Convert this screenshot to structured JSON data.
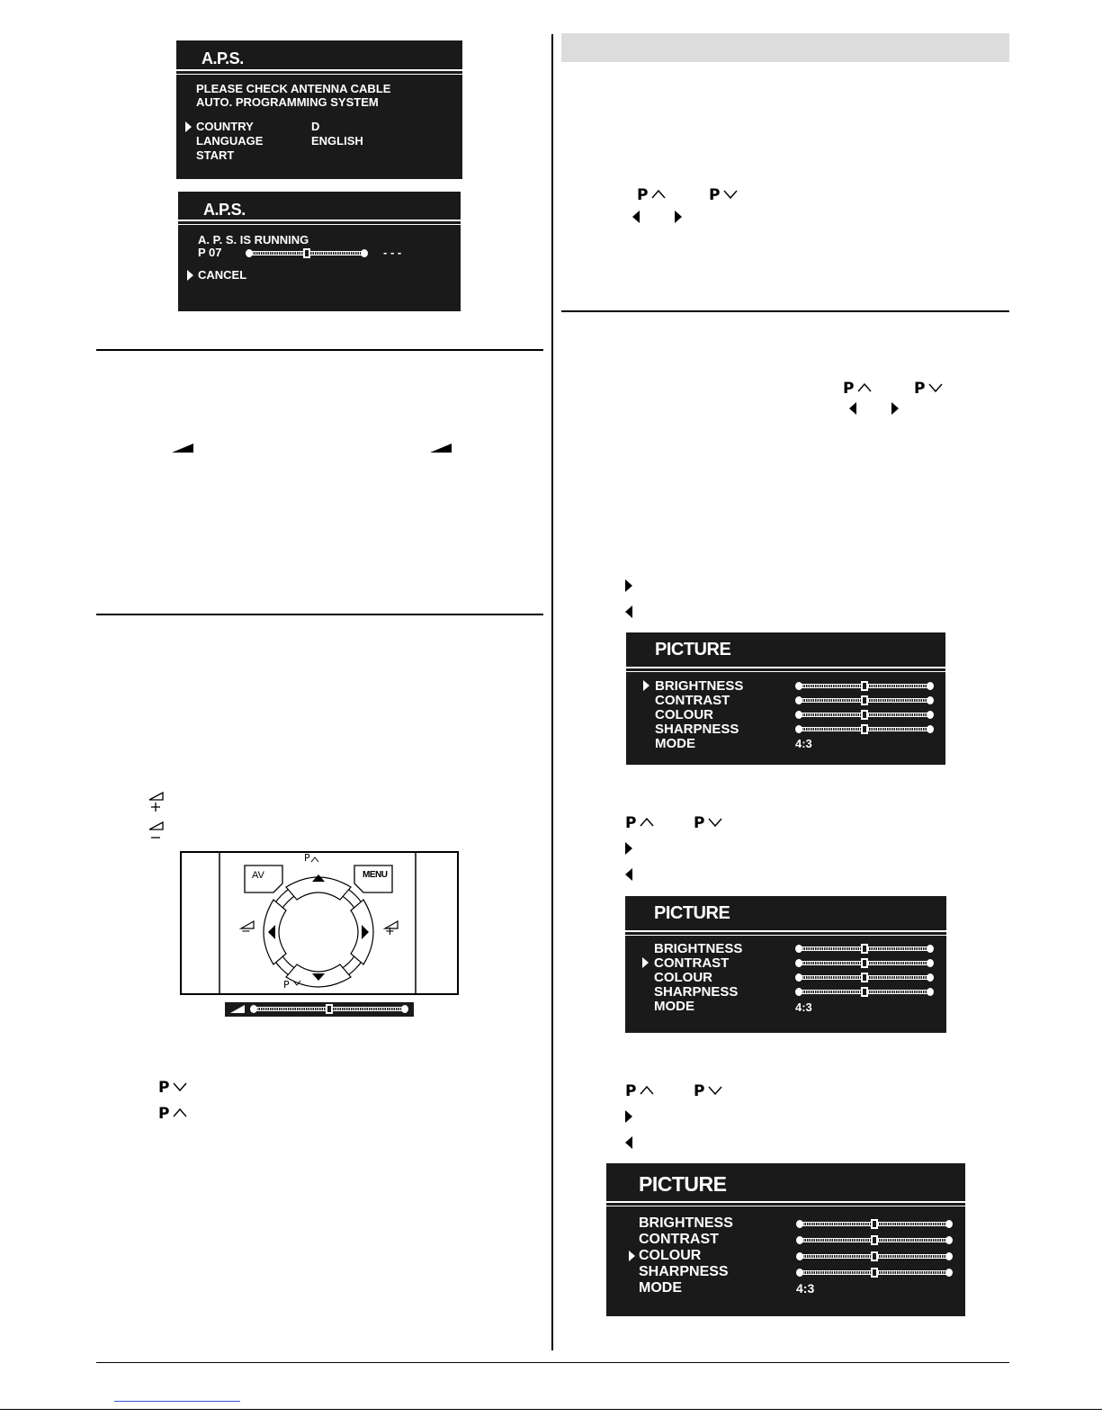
{
  "aps_screen_1": {
    "title": "A.P.S.",
    "line1": "PLEASE  CHECK  ANTENNA  CABLE",
    "line2": "AUTO.  PROGRAMMING  SYSTEM",
    "rows": [
      {
        "label": "COUNTRY",
        "value": "D"
      },
      {
        "label": "LANGUAGE",
        "value": "ENGLISH"
      },
      {
        "label": "START",
        "value": ""
      }
    ]
  },
  "aps_screen_2": {
    "title": "A.P.S.",
    "status": "A. P. S.  IS  RUNNING",
    "program": "P  07",
    "progress": 0.5,
    "freq": "- - -",
    "cancel": "CANCEL"
  },
  "picture_menus": [
    {
      "title": "PICTURE",
      "selected": 0,
      "rows": [
        {
          "label": "BRIGHTNESS",
          "level": 0.5
        },
        {
          "label": "CONTRAST",
          "level": 0.5
        },
        {
          "label": "COLOUR",
          "level": 0.5
        },
        {
          "label": "SHARPNESS",
          "level": 0.5
        },
        {
          "label": "MODE",
          "value": "4:3"
        }
      ]
    },
    {
      "title": "PICTURE",
      "selected": 1,
      "rows": [
        {
          "label": "BRIGHTNESS",
          "level": 0.5
        },
        {
          "label": "CONTRAST",
          "level": 0.5
        },
        {
          "label": "COLOUR",
          "level": 0.5
        },
        {
          "label": "SHARPNESS",
          "level": 0.5
        },
        {
          "label": "MODE",
          "value": "4:3"
        }
      ]
    },
    {
      "title": "PICTURE",
      "selected": 2,
      "rows": [
        {
          "label": "BRIGHTNESS",
          "level": 0.5
        },
        {
          "label": "CONTRAST",
          "level": 0.5
        },
        {
          "label": "COLOUR",
          "level": 0.5
        },
        {
          "label": "SHARPNESS",
          "level": 0.5
        },
        {
          "label": "MODE",
          "value": "4:3"
        }
      ]
    }
  ],
  "remote": {
    "av": "AV",
    "menu": "MENU",
    "p_up": "P",
    "p_down": "P",
    "vol_minus": "−",
    "vol_plus": "+"
  },
  "volume_bar_level": 0.5,
  "symbols": {
    "p": "P"
  },
  "colors": {
    "osd_bg": "#1a1a1a",
    "section_header_bg": "#dcdcdc"
  }
}
